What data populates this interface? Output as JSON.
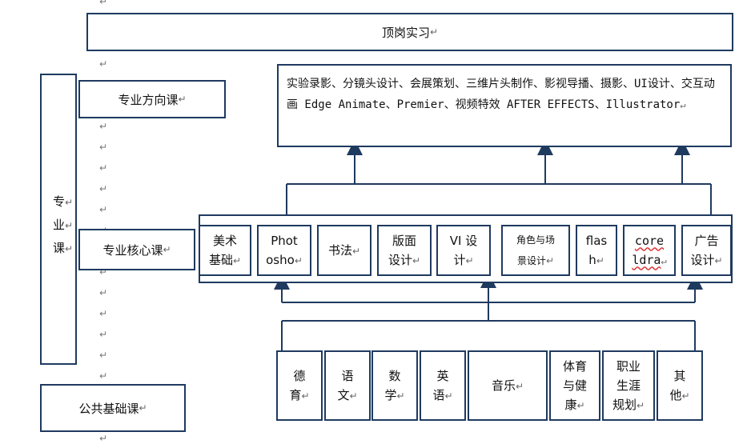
{
  "return_mark": "↵",
  "top_box": {
    "label": "顶岗实习"
  },
  "left_labels": {
    "specialty_direction": "专业方向课",
    "specialty_core": "专业核心课",
    "public_basic": "公共基础课",
    "specialty_chars": [
      "专",
      "业",
      "课"
    ]
  },
  "major_courses": {
    "text": "实验录影、分镜头设计、会展策划、三维片头制作、影视导播、摄影、UI设计、交互动画 Edge Animate、Premier、视频特效 AFTER EFFECTS、Illustrator"
  },
  "core_courses": [
    {
      "lines": [
        "美术",
        "基础"
      ]
    },
    {
      "lines": [
        "Phot",
        "osho"
      ]
    },
    {
      "lines": [
        "书法"
      ]
    },
    {
      "lines": [
        "版面",
        "设计"
      ]
    },
    {
      "lines": [
        "VI 设",
        "计"
      ]
    },
    {
      "lines": [
        "角色与场",
        "景设计"
      ]
    },
    {
      "lines": [
        "flas",
        "h"
      ]
    },
    {
      "lines": [
        "core",
        "ldra"
      ]
    },
    {
      "lines": [
        "广告",
        "设计"
      ]
    }
  ],
  "public_courses": [
    {
      "lines": [
        "德",
        "育"
      ]
    },
    {
      "lines": [
        "语",
        "文"
      ]
    },
    {
      "lines": [
        "数",
        "学"
      ]
    },
    {
      "lines": [
        "英",
        "语"
      ]
    },
    {
      "lines": [
        "音乐"
      ]
    },
    {
      "lines": [
        "体育",
        "与健",
        "康"
      ]
    },
    {
      "lines": [
        "职业",
        "生涯",
        "规划"
      ]
    },
    {
      "lines": [
        "其",
        "他"
      ]
    }
  ]
}
